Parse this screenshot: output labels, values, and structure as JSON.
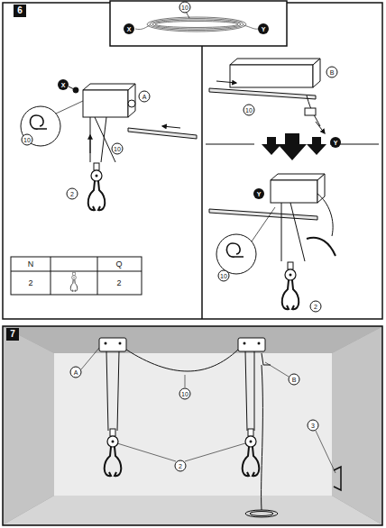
{
  "diagram": {
    "labels": [
      "6",
      "X",
      "10",
      "Y",
      "X",
      "A",
      "10",
      "10",
      "2",
      "N",
      "Q",
      "2",
      "2",
      "B",
      "10",
      "Y",
      "Y",
      "10",
      "2",
      "7",
      "A",
      "10",
      "B",
      "2",
      "3"
    ]
  }
}
